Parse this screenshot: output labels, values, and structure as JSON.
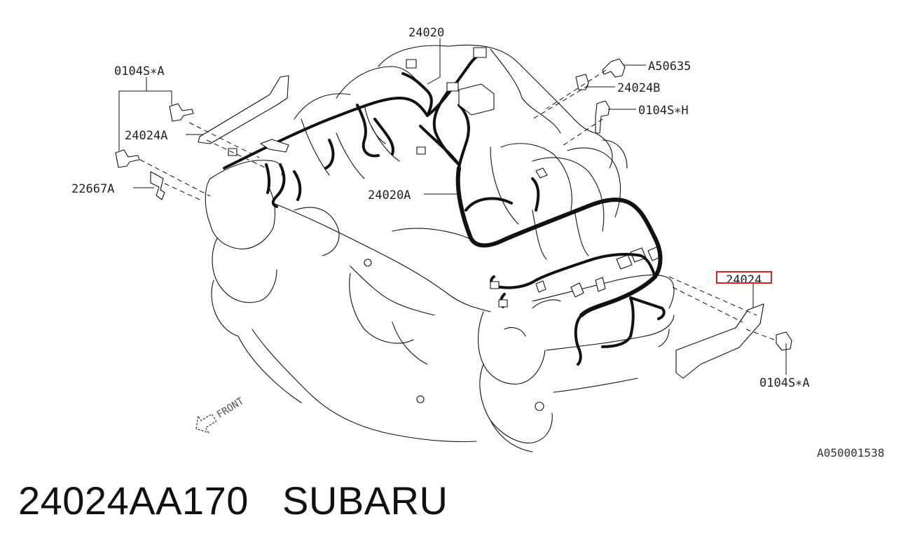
{
  "diagram": {
    "labels": {
      "part_24020": "24020",
      "part_0104S_A_top": "0104S∗A",
      "part_24024A": "24024A",
      "part_22667A": "22667A",
      "part_24020A": "24020A",
      "part_A50635": "A50635",
      "part_24024B": "24024B",
      "part_0104S_H": "0104S∗H",
      "part_24024_highlight": "24024",
      "part_0104S_A_bottom": "0104S∗A",
      "front_arrow": "FRONT",
      "diagram_code": "A050001538"
    },
    "highlight_color": "#e02020"
  },
  "caption": {
    "part_number": "24024AA170",
    "brand": "SUBARU"
  }
}
